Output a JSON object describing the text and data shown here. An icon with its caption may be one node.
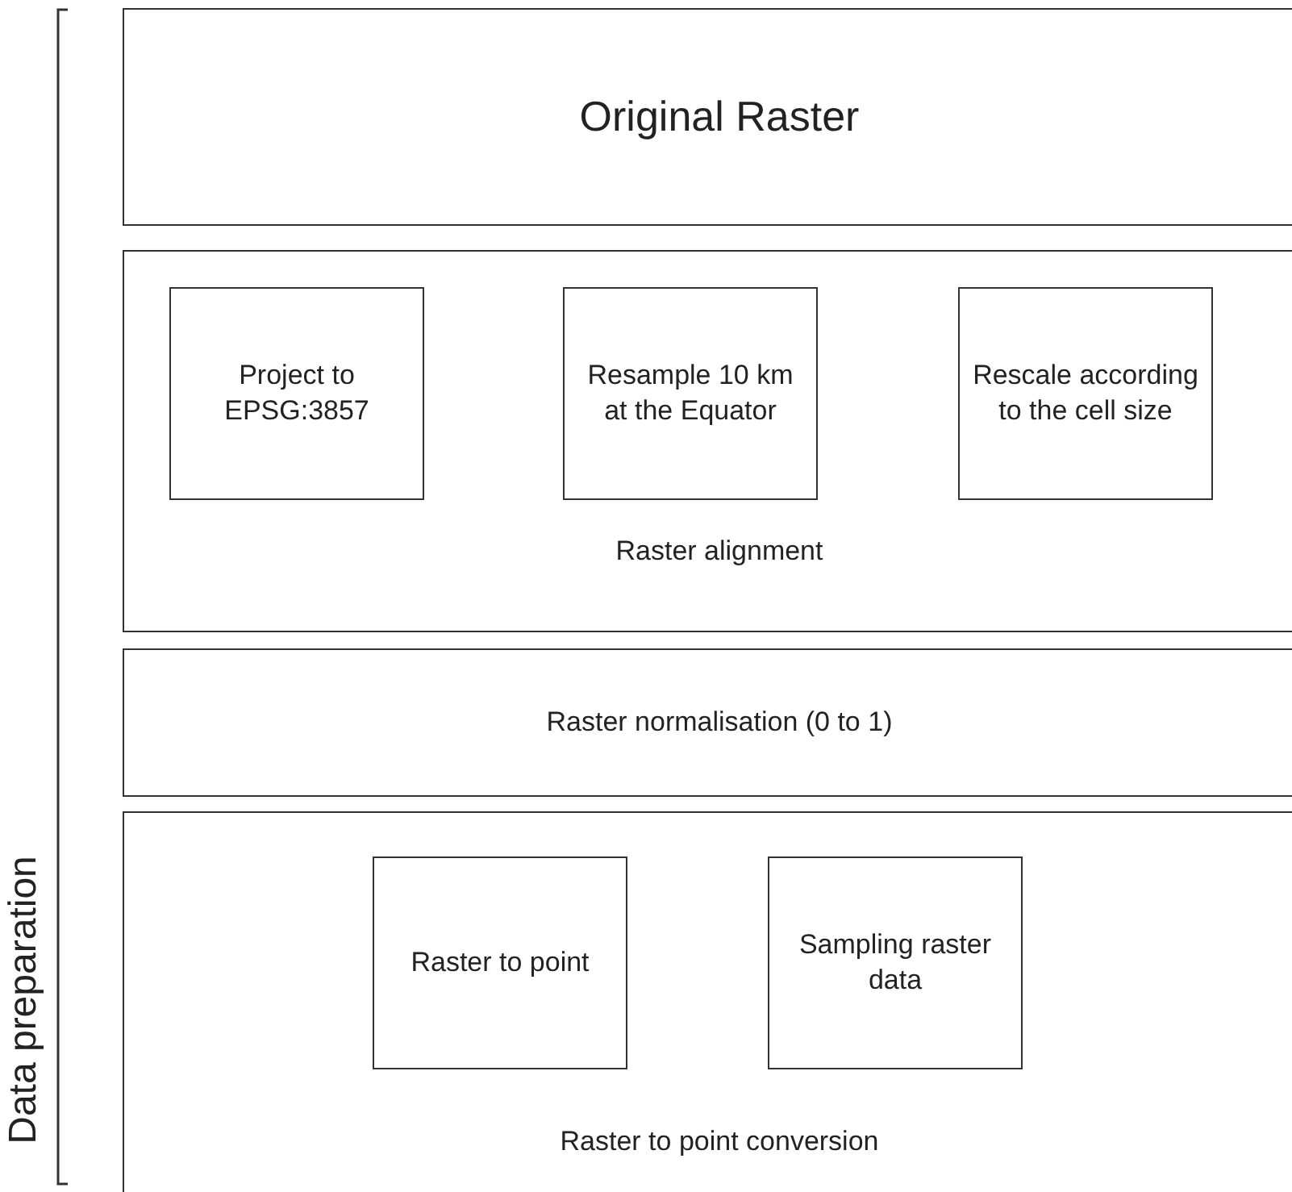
{
  "diagram": {
    "nodes": [
      {
        "text": [
          "Original Raster"
        ]
      },
      {
        "text": [
          "Raster alignment"
        ]
      },
      {
        "text": [
          "Project to EPSG:3857"
        ],
        "in": 1
      },
      {
        "text": [
          "Resample 10 km at the Equator"
        ],
        "in": 1
      },
      {
        "text": [
          "Rescale according to the cell size"
        ],
        "in": 1
      },
      {
        "text": [
          "Raster normalisation (0 to 1)"
        ]
      },
      {
        "text": [
          "Raster to point conversion"
        ]
      },
      {
        "text": [
          "Raster to point"
        ],
        "in": 6
      },
      {
        "text": [
          "Sampling raster data"
        ],
        "in": 6
      }
    ],
    "edges": [],
    "labels": [
      "Data preparation"
    ]
  }
}
